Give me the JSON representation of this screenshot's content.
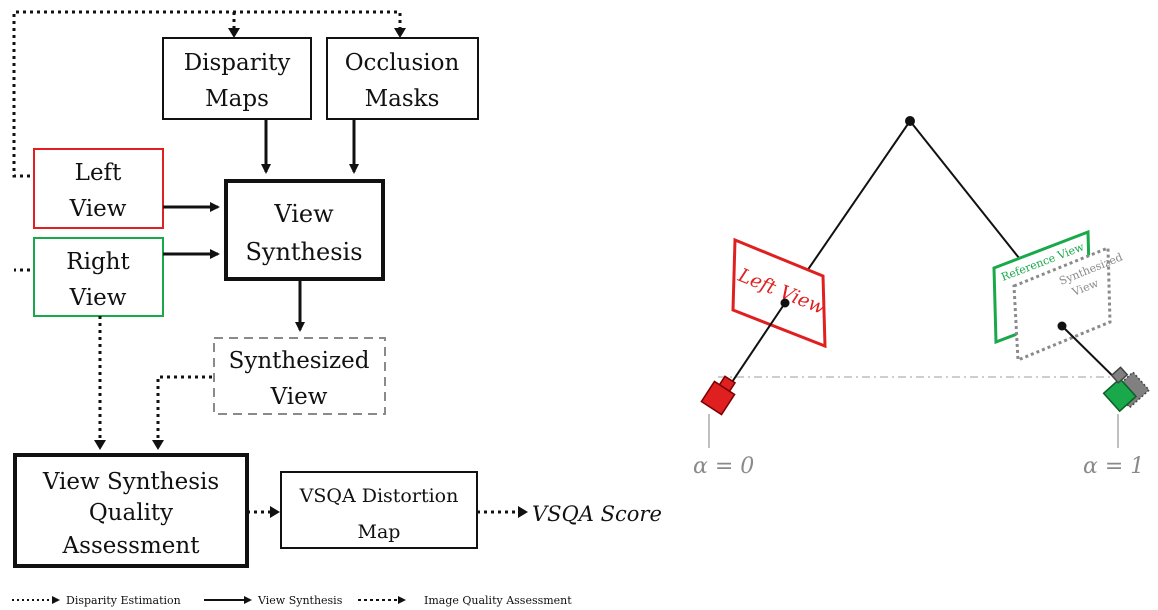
{
  "flowchart": {
    "disparity_maps": {
      "line1": "Disparity",
      "line2": "Maps"
    },
    "occlusion_masks": {
      "line1": "Occlusion",
      "line2": "Masks"
    },
    "left_view": {
      "line1": "Left",
      "line2": "View"
    },
    "right_view": {
      "line1": "Right",
      "line2": "View"
    },
    "view_synthesis": {
      "line1": "View",
      "line2": "Synthesis"
    },
    "synthesized_view": {
      "line1": "Synthesized",
      "line2": "View"
    },
    "vsqa": {
      "line1": "View Synthesis",
      "line2": "Quality",
      "line3": "Assessment"
    },
    "distortion_map": {
      "line1": "VSQA Distortion",
      "line2": "Map"
    },
    "score": "VSQA Score"
  },
  "legend": {
    "disparity": "Disparity Estimation",
    "synthesis": "View Synthesis",
    "quality": "Image Quality Assessment"
  },
  "camera_diagram": {
    "left_view": "Left View",
    "reference_view": "Reference View",
    "synthesized_line1": "Synthesized",
    "synthesized_line2": "View",
    "alpha_left": "α = 0",
    "alpha_right": "α = 1"
  },
  "colors": {
    "red": "#e02020",
    "green": "#19a84a",
    "gray": "#8a8a8a",
    "black": "#111111"
  }
}
